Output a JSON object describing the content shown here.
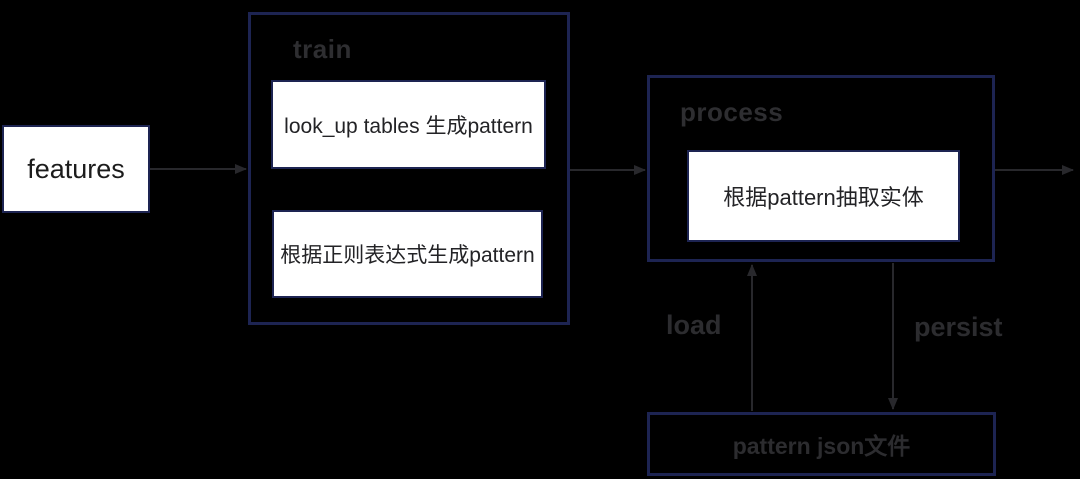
{
  "diagram": {
    "background_color": "#000000",
    "border_color": "#1d2452",
    "node_fill_color": "#ffffff",
    "arrow_color": "#28282c",
    "nodes": {
      "features": {
        "label": "features"
      },
      "train": {
        "title": "train",
        "steps": [
          {
            "label": "look_up tables 生成pattern"
          },
          {
            "label": "根据正则表达式生成pattern"
          }
        ]
      },
      "process": {
        "title": "process",
        "steps": [
          {
            "label": "根据pattern抽取实体"
          }
        ]
      },
      "pattern_json": {
        "label": "pattern json文件"
      }
    },
    "edges": {
      "load": "load",
      "persist": "persist"
    }
  }
}
